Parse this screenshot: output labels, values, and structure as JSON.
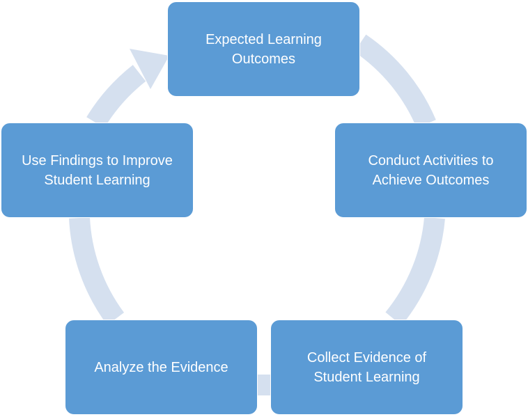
{
  "diagram": {
    "colors": {
      "node_fill": "#5b9bd5",
      "node_text": "#ffffff",
      "cycle_arrow": "#d5e0ef"
    },
    "nodes": [
      {
        "line1": "Expected Learning",
        "line2": "Outcomes"
      },
      {
        "line1": "Conduct Activities to",
        "line2": "Achieve Outcomes"
      },
      {
        "line1": "Collect Evidence of",
        "line2": "Student Learning"
      },
      {
        "line1": "Analyze the Evidence",
        "line2": ""
      },
      {
        "line1": "Use Findings to Improve",
        "line2": "Student Learning"
      }
    ]
  }
}
